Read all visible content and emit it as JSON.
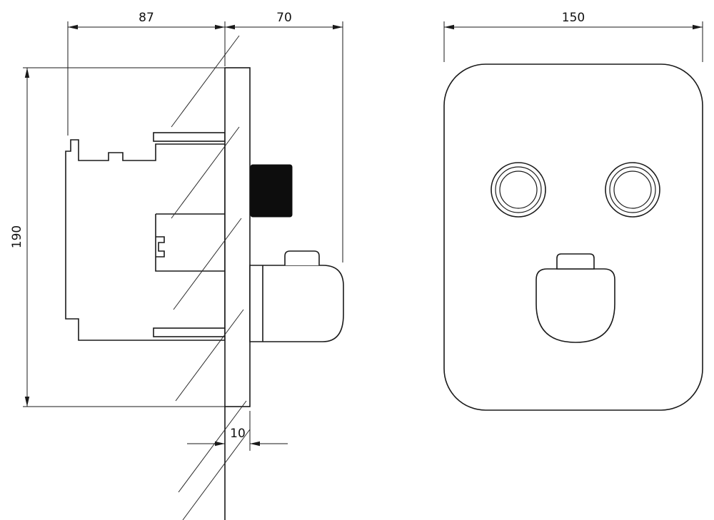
{
  "page": {
    "background": "#ffffff"
  },
  "drawing": {
    "kind": "technical-dimension-drawing",
    "subject": "concealed-shower-mixer",
    "side_view": {
      "label": "side-view",
      "dim_inwall_depth_mm": "87",
      "dim_outwall_depth_mm": "70",
      "dim_height_mm": "190",
      "dim_plate_thickness_mm": "10"
    },
    "front_view": {
      "label": "front-view",
      "dim_width_mm": "150"
    },
    "colors": {
      "line": "#1a1a1a",
      "knob_fill": "#0d0d0d",
      "background": "#ffffff"
    }
  }
}
